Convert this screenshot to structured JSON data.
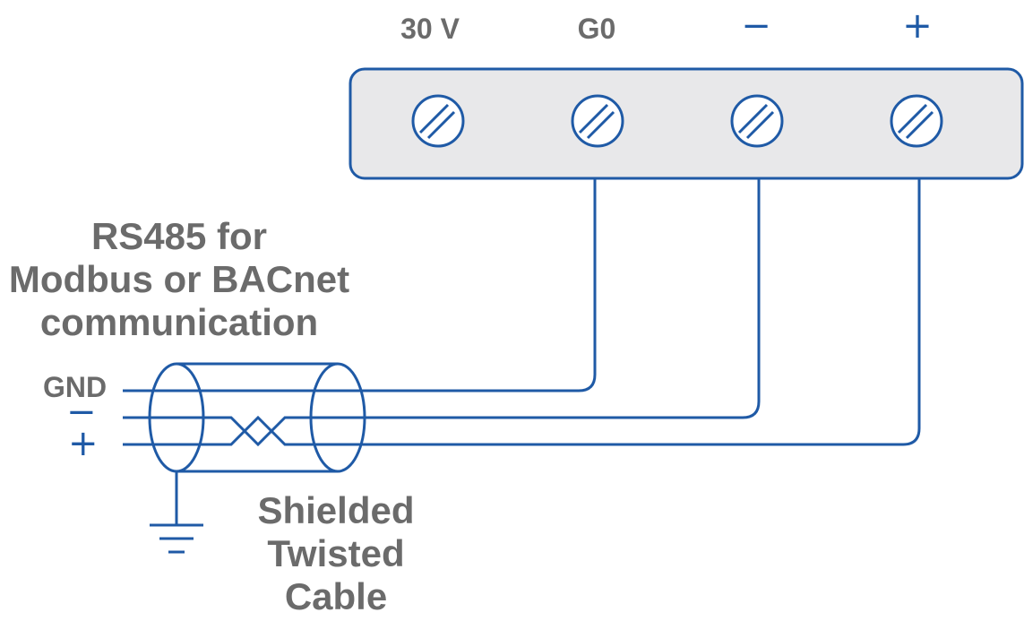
{
  "colors": {
    "wire": "#1f5aa6",
    "block_fill": "#e8e8ea",
    "text": "#6b6b6b"
  },
  "terminals": [
    {
      "label": "30 V"
    },
    {
      "label": "G0"
    },
    {
      "label": "−"
    },
    {
      "label": "+"
    }
  ],
  "title_lines": [
    "RS485 for",
    "Modbus or BACnet",
    "communication"
  ],
  "signals": {
    "gnd": "GND",
    "minus": "−",
    "plus": "+"
  },
  "cable_lines": [
    "Shielded",
    "Twisted",
    "Cable"
  ],
  "icons": [
    "screw-terminal-icon",
    "ground-symbol-icon",
    "twisted-pair-cable-icon"
  ]
}
